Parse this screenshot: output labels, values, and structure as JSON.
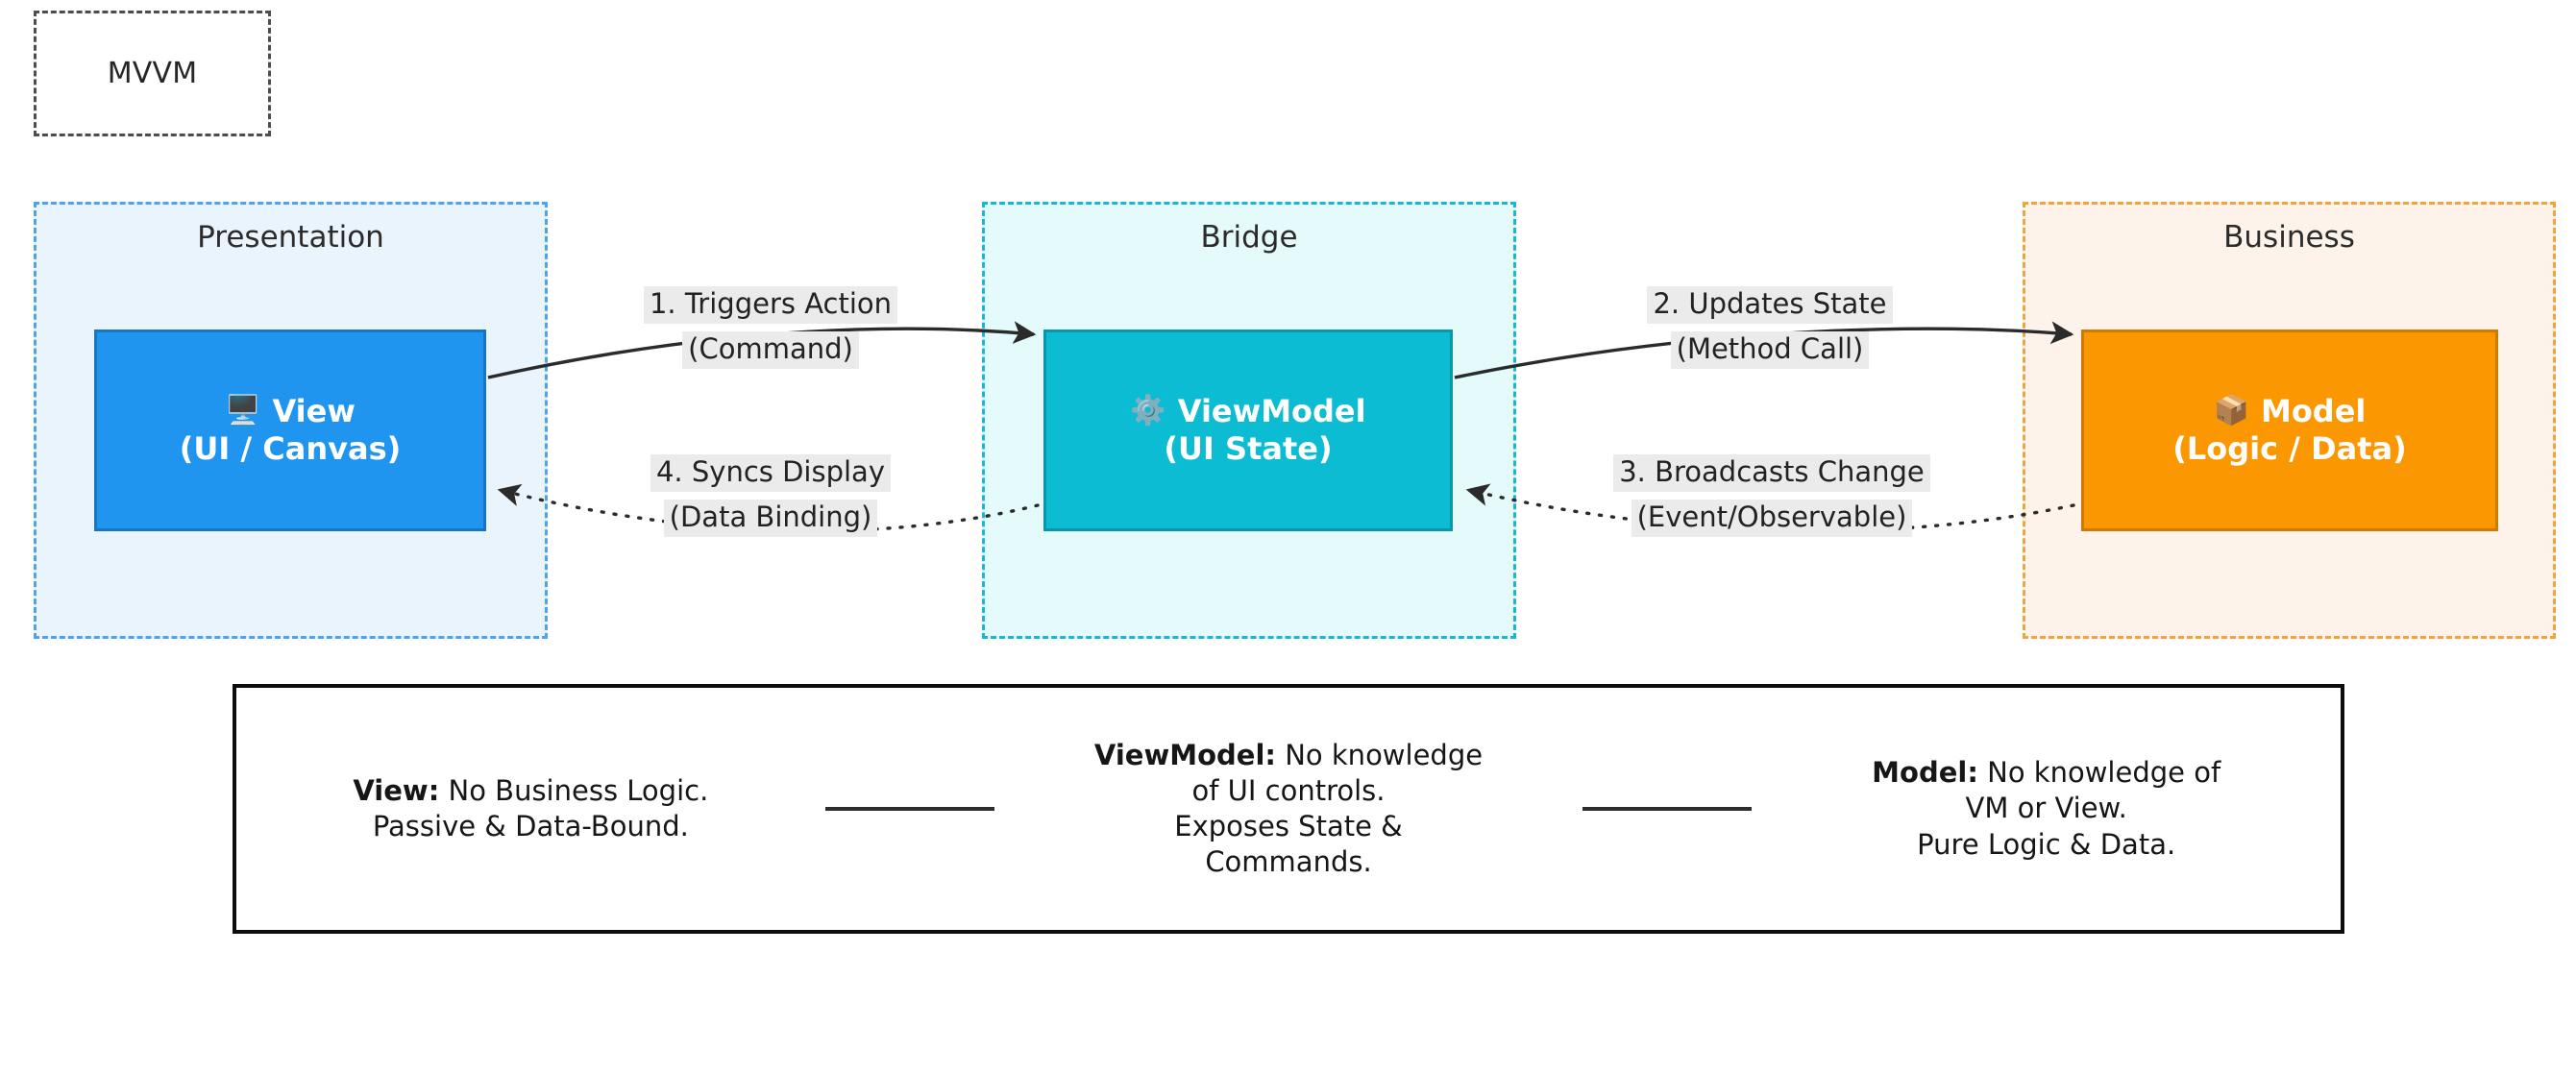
{
  "diagram": {
    "title": "MVVM"
  },
  "clusters": [
    {
      "id": "presentation",
      "label": "Presentation",
      "fill": "#eaf4fd",
      "border": "#4da3ef"
    },
    {
      "id": "bridge",
      "label": "Bridge",
      "fill": "#e4fafb",
      "border": "#18b8d4"
    },
    {
      "id": "business",
      "label": "Business",
      "fill": "#fdf3ea",
      "border": "#f5a23c"
    }
  ],
  "nodes": [
    {
      "id": "view",
      "icon": "monitor-icon",
      "emoji": "🖥️",
      "line1": "View",
      "line2": "(UI / Canvas)",
      "fill": "#2095f0",
      "border": "#1874c4"
    },
    {
      "id": "viewmodel",
      "icon": "gear-icon",
      "emoji": "⚙️",
      "line1": "ViewModel",
      "line2": "(UI State)",
      "fill": "#0bbcd2",
      "border": "#0a95a8"
    },
    {
      "id": "model",
      "icon": "package-icon",
      "emoji": "📦",
      "line1": "Model",
      "line2": "(Logic / Data)",
      "fill": "#fb9700",
      "border": "#cc7a00"
    }
  ],
  "edges": [
    {
      "id": "edge1",
      "from": "view",
      "to": "viewmodel",
      "style": "solid",
      "line1": "1. Triggers Action",
      "line2": "(Command)"
    },
    {
      "id": "edge2",
      "from": "viewmodel",
      "to": "model",
      "style": "solid",
      "line1": "2. Updates State",
      "line2": "(Method Call)"
    },
    {
      "id": "edge3",
      "from": "model",
      "to": "viewmodel",
      "style": "dotted",
      "line1": "3. Broadcasts Change",
      "line2": "(Event/Observable)"
    },
    {
      "id": "edge4",
      "from": "viewmodel",
      "to": "view",
      "style": "dotted",
      "line1": "4. Syncs Display",
      "line2": "(Data Binding)"
    }
  ],
  "notes": {
    "view": {
      "head": "View:",
      "lines": [
        "No Business Logic.",
        "Passive & Data-Bound."
      ]
    },
    "viewmodel": {
      "head": "ViewModel:",
      "lines": [
        "No knowledge",
        "of UI controls.",
        "Exposes State &",
        "Commands."
      ]
    },
    "model": {
      "head": "Model:",
      "lines": [
        "No knowledge of",
        "VM or View.",
        "Pure Logic & Data."
      ]
    }
  }
}
